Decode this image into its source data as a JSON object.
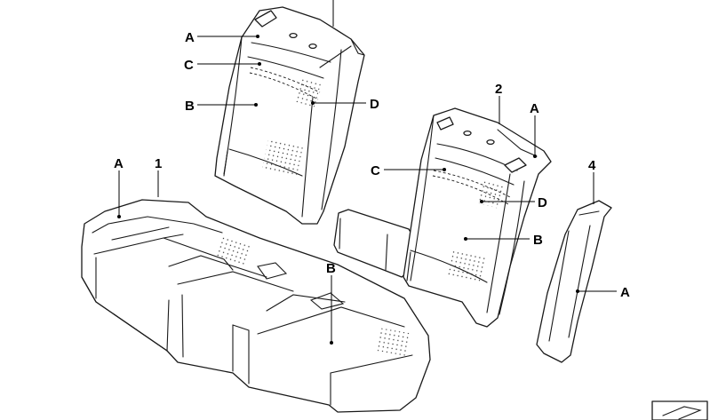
{
  "diagram": {
    "callouts": {
      "part1": "1",
      "part2": "2",
      "part4": "4",
      "a_left_backrest": "A",
      "c_left_backrest": "C",
      "b_left_backrest": "B",
      "d_left_backrest": "D",
      "a_cushion": "A",
      "b_cushion": "B",
      "a_right_backrest": "A",
      "c_right_backrest": "C",
      "d_right_backrest": "D",
      "b_right_backrest": "B",
      "a_side_bolster": "A"
    },
    "icons": {
      "corner": "sheet-corner-icon"
    }
  }
}
